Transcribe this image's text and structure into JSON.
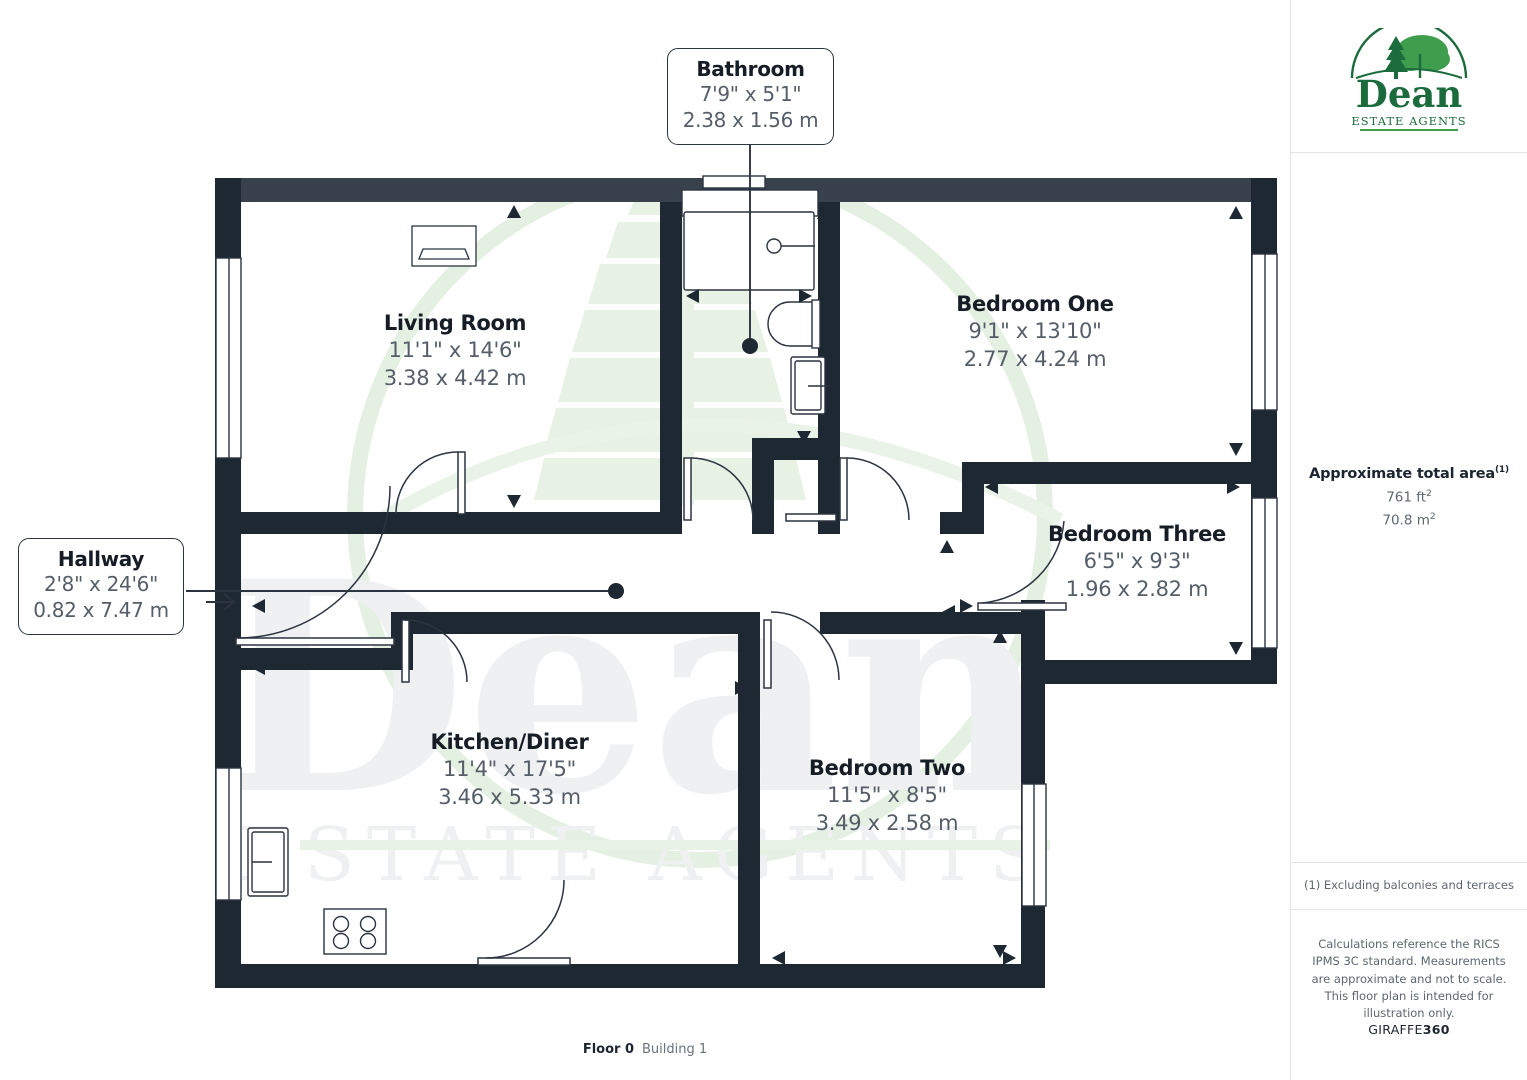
{
  "brand": {
    "logo_name": "Dean",
    "logo_sub": "ESTATE AGENTS",
    "logo_icon": "tree-logo-icon",
    "green": "#1c6b3c"
  },
  "sidebar": {
    "area_title": "Approximate total area",
    "area_title_sup": "(1)",
    "area_sqft": "761 ft",
    "area_sqm": "70.8 m",
    "footnote": "(1) Excluding balconies and terraces",
    "disclaimer": "Calculations reference the RICS IPMS 3C standard. Measurements are approximate and not to scale. This floor plan is intended for illustration only.",
    "provider_prefix": "GIRAFFE",
    "provider_suffix": "360"
  },
  "footer": {
    "floor": "Floor 0",
    "building": "Building 1"
  },
  "rooms": [
    {
      "key": "bathroom",
      "name": "Bathroom",
      "imperial": "7'9\" x 5'1\"",
      "metric": "2.38 x 1.56 m",
      "callout": true
    },
    {
      "key": "hallway",
      "name": "Hallway",
      "imperial": "2'8\" x 24'6\"",
      "metric": "0.82 x 7.47 m",
      "callout": true
    },
    {
      "key": "living_room",
      "name": "Living Room",
      "imperial": "11'1\" x 14'6\"",
      "metric": "3.38 x 4.42 m",
      "callout": false
    },
    {
      "key": "bedroom_one",
      "name": "Bedroom One",
      "imperial": "9'1\" x 13'10\"",
      "metric": "2.77 x 4.24 m",
      "callout": false
    },
    {
      "key": "bedroom_three",
      "name": "Bedroom Three",
      "imperial": "6'5\" x 9'3\"",
      "metric": "1.96 x 2.82 m",
      "callout": false
    },
    {
      "key": "kitchen_diner",
      "name": "Kitchen/Diner",
      "imperial": "11'4\" x 17'5\"",
      "metric": "3.46 x 5.33 m",
      "callout": false
    },
    {
      "key": "bedroom_two",
      "name": "Bedroom Two",
      "imperial": "11'5\" x 8'5\"",
      "metric": "3.49 x 2.58 m",
      "callout": false
    }
  ],
  "watermark": {
    "line1": "Dean",
    "line2": "ESTATE AGENTS"
  },
  "colors": {
    "wall_dark": "#1e2833",
    "wall_mid": "#39414d",
    "text_dark": "#171d26",
    "text_grey": "#555e68",
    "watermark_grey": "#eef0f1",
    "watermark_green": "#e3efe0"
  },
  "fixtures": [
    "bathtub-icon",
    "toilet-icon",
    "washbasin-icon",
    "kitchen-sink-icon",
    "hob-icon",
    "radiator-icon",
    "entry-arrow-icon"
  ]
}
